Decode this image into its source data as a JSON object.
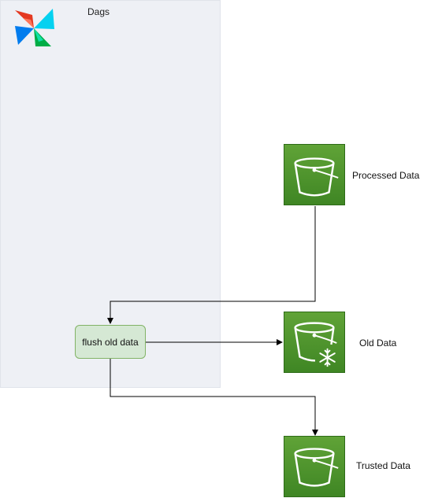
{
  "group": {
    "title": "Dags"
  },
  "task": {
    "label": "flush old data"
  },
  "buckets": {
    "processed": {
      "label": "Processed Data"
    },
    "old": {
      "label": "Old Data"
    },
    "trusted": {
      "label": "Trusted Data"
    }
  },
  "colors": {
    "group_fill": "#eef0f5",
    "task_fill": "#d5e8d4",
    "task_stroke": "#82b366",
    "s3_green": "#4a9a2b",
    "connector": "#000000"
  },
  "icons": {
    "logo": "airflow-pinwheel-icon",
    "bucket": "s3-bucket-icon",
    "glacier": "snowflake-icon"
  }
}
